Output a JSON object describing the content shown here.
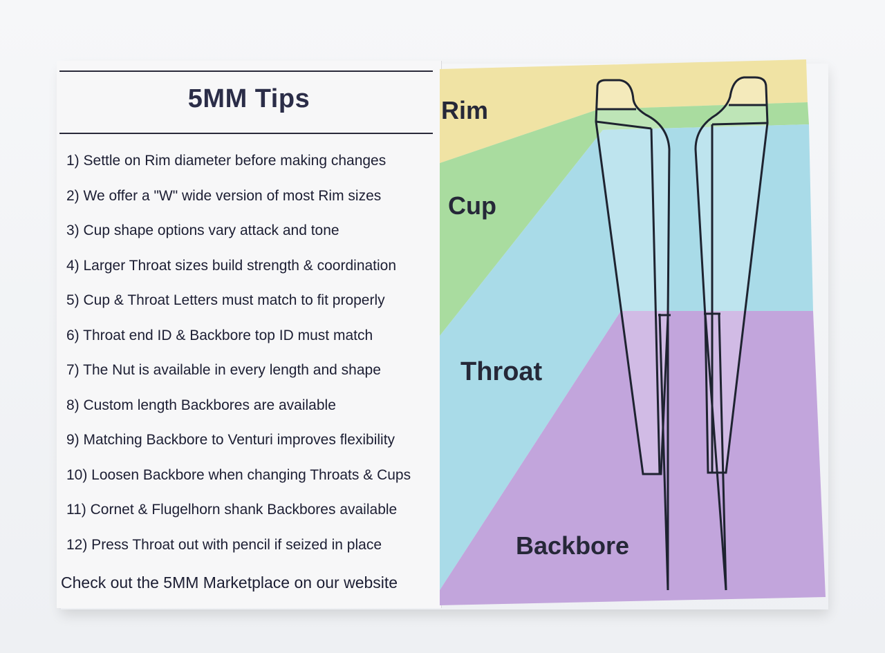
{
  "left_page": {
    "title": "5MM Tips",
    "tips": [
      "1) Settle on Rim diameter before making changes",
      "2) We offer a \"W\" wide version of most Rim sizes",
      "3) Cup shape options vary attack and tone",
      "4) Larger Throat sizes build strength & coordination",
      "5) Cup & Throat Letters must match to fit properly",
      "6) Throat end ID & Backbore top ID must match",
      "7) The Nut is available in every length and shape",
      "8) Custom length Backbores are available",
      "9) Matching Backbore to Venturi improves flexibility",
      "10) Loosen Backbore when changing Throats & Cups",
      "11) Cornet & Flugelhorn shank Backbores available",
      "12) Press Throat out with pencil if seized in place"
    ],
    "footer": "Check out the 5MM Marketplace on our website"
  },
  "right_page": {
    "labels": {
      "rim": "Rim",
      "cup": "Cup",
      "throat": "Throat",
      "backbore": "Backbore"
    },
    "colors": {
      "rim": "#f0e3a4",
      "cup": "#a9dc9f",
      "throat": "#a9dbe8",
      "backbore": "#c2a5dc",
      "outline": "#1e2330"
    }
  }
}
